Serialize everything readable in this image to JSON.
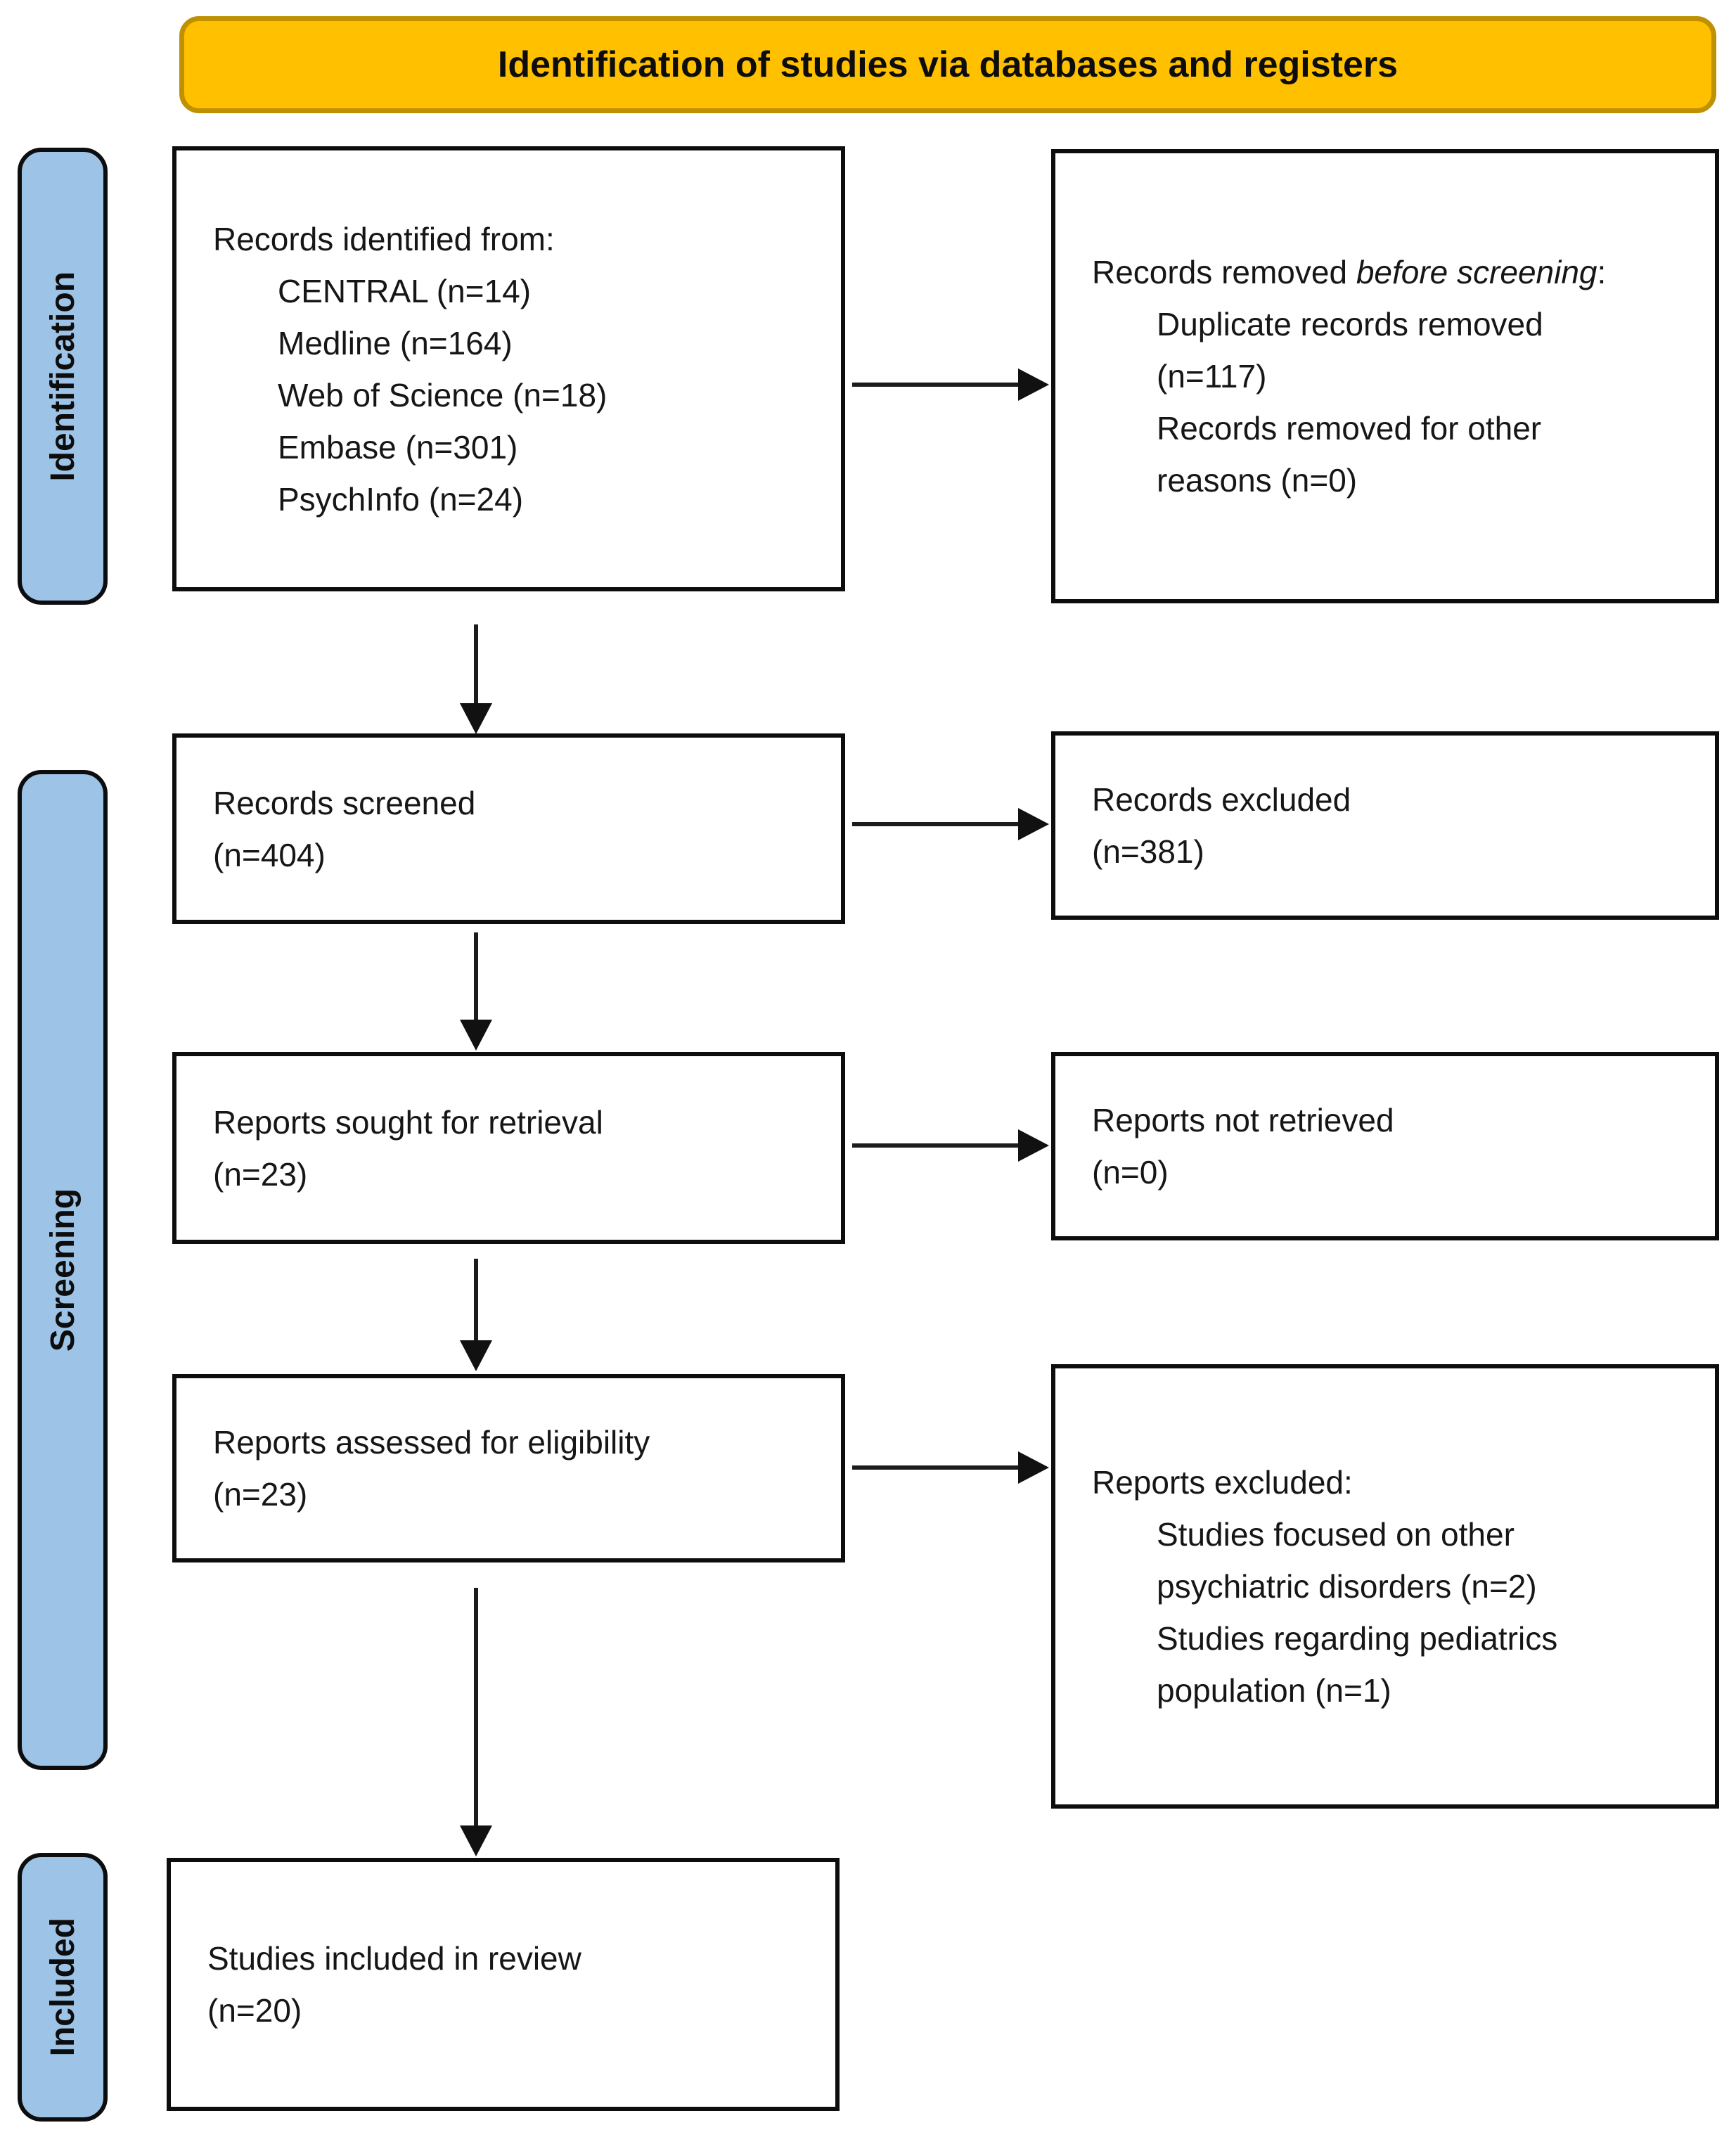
{
  "banner": {
    "title": "Identification of studies via databases and registers"
  },
  "stages": {
    "identification": "Identification",
    "screening": "Screening",
    "included": "Included"
  },
  "boxes": {
    "records_identified": {
      "title": "Records identified from:",
      "items": [
        "CENTRAL (n=14)",
        "Medline (n=164)",
        "Web of Science (n=18)",
        "Embase (n=301)",
        "PsychInfo (n=24)"
      ]
    },
    "records_removed": {
      "title_prefix": "Records removed ",
      "title_italic": "before screening",
      "title_suffix": ":",
      "items": [
        "Duplicate records removed (n=117)",
        "Records removed for other reasons (n=0)"
      ]
    },
    "records_screened": {
      "line1": "Records screened",
      "line2": "(n=404)"
    },
    "records_excluded": {
      "line1": "Records excluded",
      "line2": "(n=381)"
    },
    "reports_sought": {
      "line1": "Reports sought for retrieval",
      "line2": "(n=23)"
    },
    "reports_not_retrieved": {
      "line1": "Reports not retrieved",
      "line2": "(n=0)"
    },
    "reports_assessed": {
      "line1": "Reports assessed for eligibility",
      "line2": "(n=23)"
    },
    "reports_excluded": {
      "title": "Reports excluded:",
      "items": [
        "Studies focused on other psychiatric disorders (n=2)",
        "Studies regarding pediatrics population (n=1)"
      ]
    },
    "studies_included": {
      "line1": "Studies included in review",
      "line2": "(n=20)"
    }
  },
  "colors": {
    "banner_fill": "#FFC000",
    "banner_border": "#BF9000",
    "stage_fill": "#9DC3E6",
    "box_border": "#000000",
    "arrow": "#111111",
    "background": "#FFFFFF"
  }
}
